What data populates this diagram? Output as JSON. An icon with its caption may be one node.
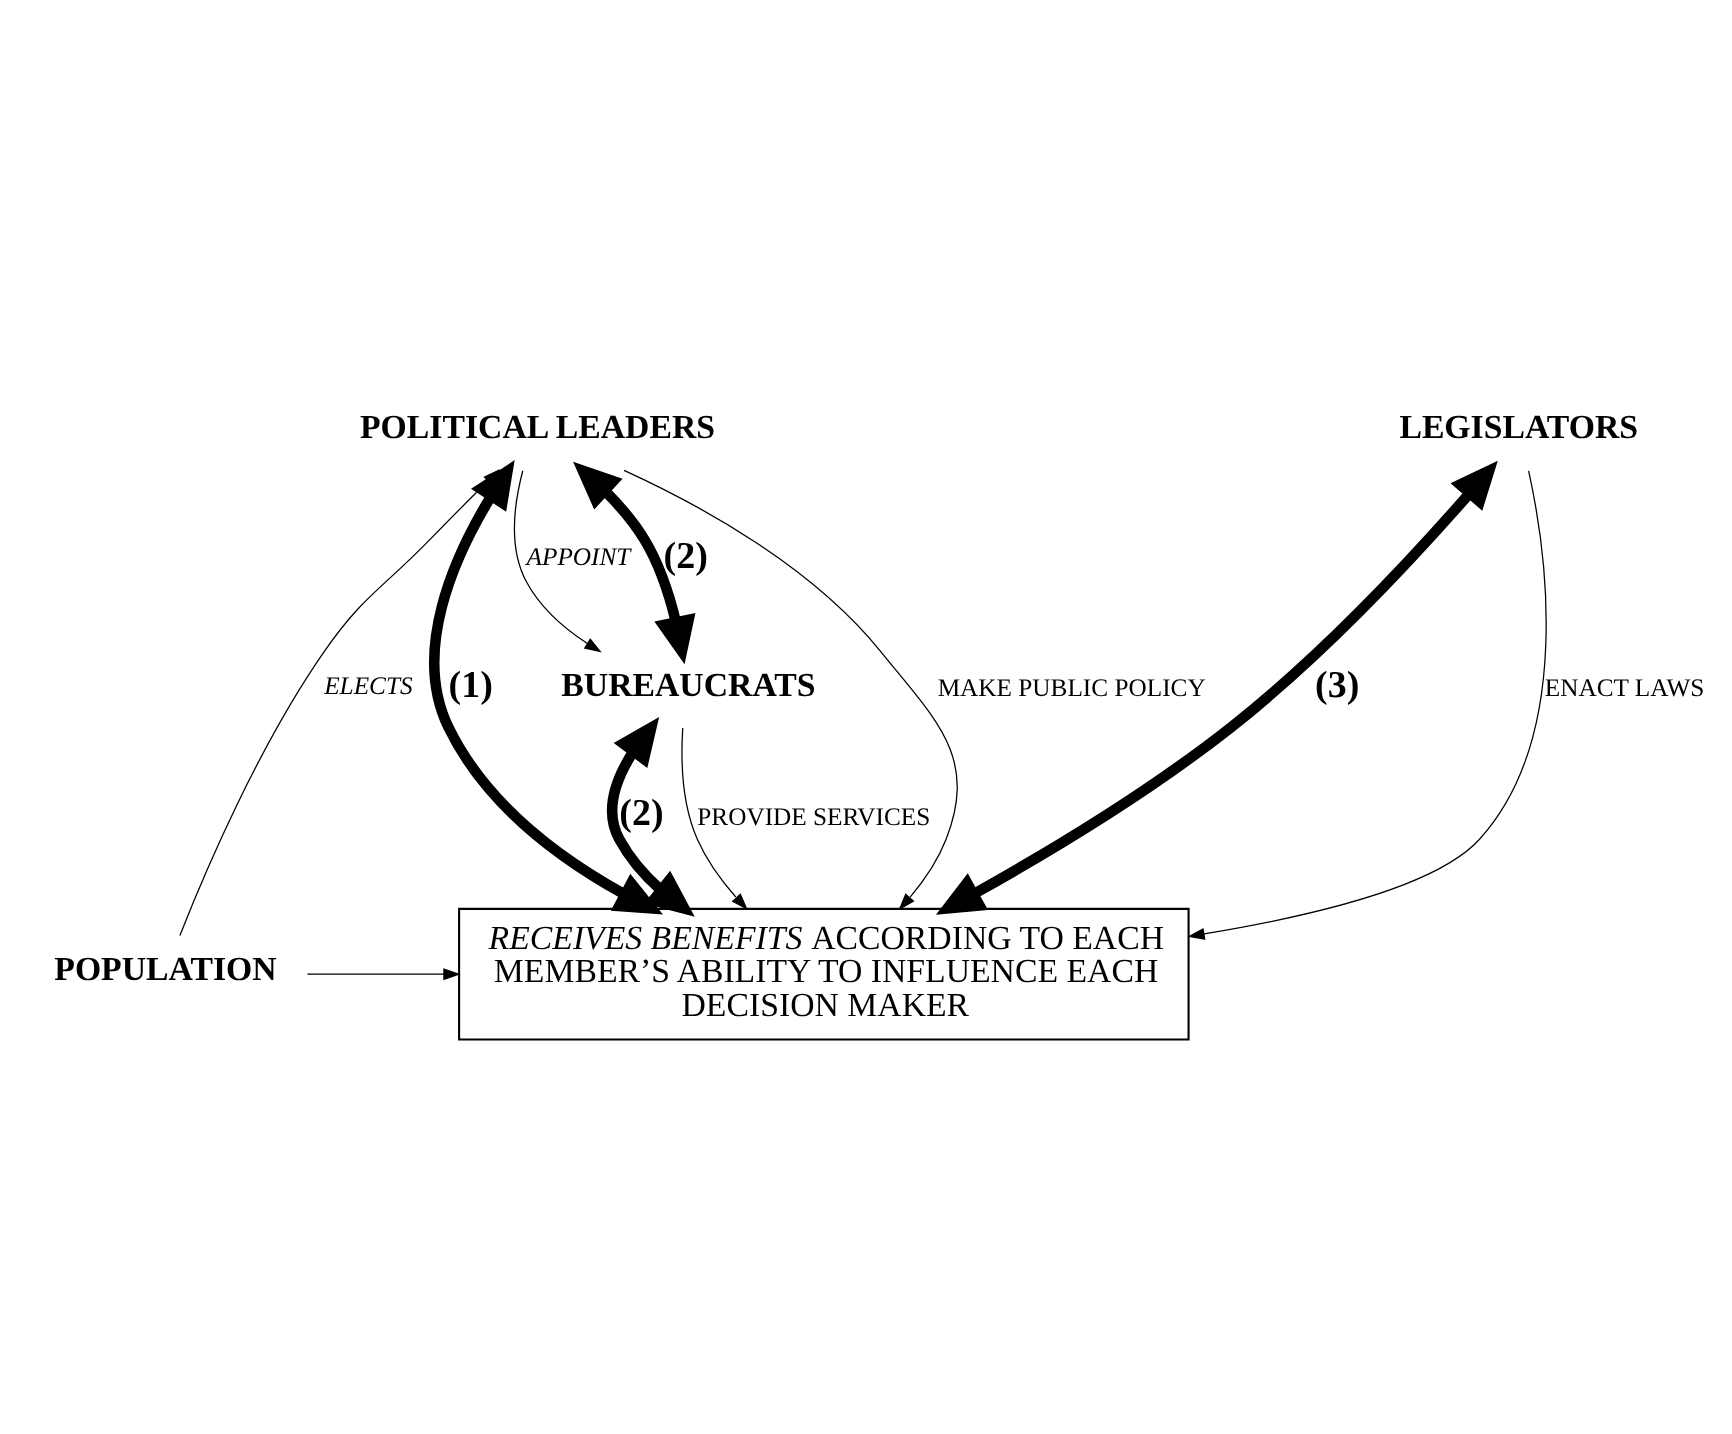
{
  "diagram": {
    "nodes": [
      {
        "text": [
          "POLITICAL LEADERS"
        ]
      },
      {
        "text": [
          "LEGISLATORS"
        ]
      },
      {
        "text": [
          "BUREAUCRATS"
        ]
      },
      {
        "text": [
          "POPULATION"
        ]
      },
      {
        "text": [
          "*RECEIVES BENEFITS* ACCORDING TO EACH MEMBER’S ABILITY TO INFLUENCE EACH DECISION MAKER"
        ]
      }
    ],
    "edges": [
      {
        "from": 3,
        "to": 0,
        "arrow": "to",
        "label": "*ELECTS*"
      },
      {
        "from": 0,
        "to": 4,
        "arrow": "to",
        "label": "MAKE PUBLIC POLICY"
      },
      {
        "from": 0,
        "to": 2,
        "arrow": "to",
        "label": "*APPOINT*"
      },
      {
        "from": 2,
        "to": 4,
        "arrow": "to",
        "label": "PROVIDE SERVICES"
      },
      {
        "from": 1,
        "to": 4,
        "arrow": "to",
        "label": "ENACT LAWS"
      },
      {
        "from": 3,
        "to": 4,
        "arrow": "to"
      },
      {
        "from": 0,
        "to": 4,
        "arrow": "both",
        "style": "thick",
        "label": "(1)"
      },
      {
        "from": 0,
        "to": 2,
        "arrow": "both",
        "style": "thick",
        "label": "(2)"
      },
      {
        "from": 2,
        "to": 4,
        "arrow": "both",
        "style": "thick",
        "label": "(2)"
      },
      {
        "from": 1,
        "to": 4,
        "arrow": "both",
        "style": "thick",
        "label": "(3)"
      }
    ]
  }
}
